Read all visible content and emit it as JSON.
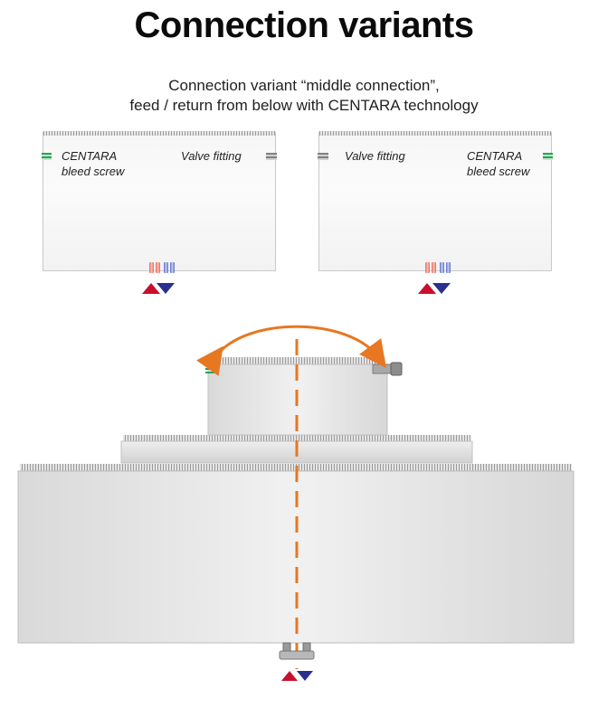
{
  "title": "Connection variants",
  "subtitle": {
    "line1": "Connection variant “middle connection”,",
    "line2": "feed / return from below with CENTARA technology"
  },
  "left_radiator": {
    "bleed_label_line1": "CENTARA",
    "bleed_label_line2": "bleed screw",
    "valve_label": "Valve fitting"
  },
  "right_radiator": {
    "valve_label": "Valve fitting",
    "bleed_label_line1": "CENTARA",
    "bleed_label_line2": "bleed screw"
  },
  "colors": {
    "feed_red": "#c8102e",
    "return_blue": "#2b2f8f",
    "bleed_green": "#2aa356",
    "swap_orange": "#e87722",
    "valve_grey": "#808080"
  },
  "icons": {
    "feed_arrow": "triangle-up-icon",
    "return_arrow": "triangle-down-icon",
    "swap_arc": "curved-double-arrow-icon",
    "axis": "dashed-axis-line"
  }
}
